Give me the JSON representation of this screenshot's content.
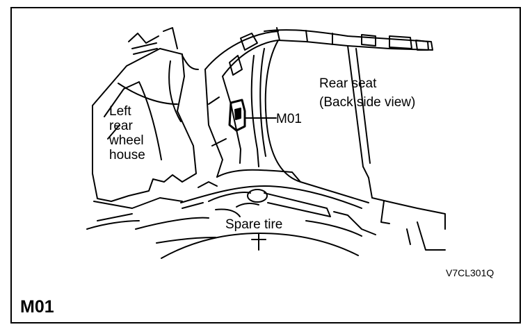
{
  "figure": {
    "labels": {
      "left_rear_wheel_house": [
        "Left",
        "rear",
        "wheel",
        "house"
      ],
      "rear_seat_line1": "Rear seat",
      "rear_seat_line2": "(Back side view)",
      "connector": "M01",
      "spare_tire": "Spare tire"
    },
    "code": "V7CL301Q",
    "id": "M01"
  }
}
